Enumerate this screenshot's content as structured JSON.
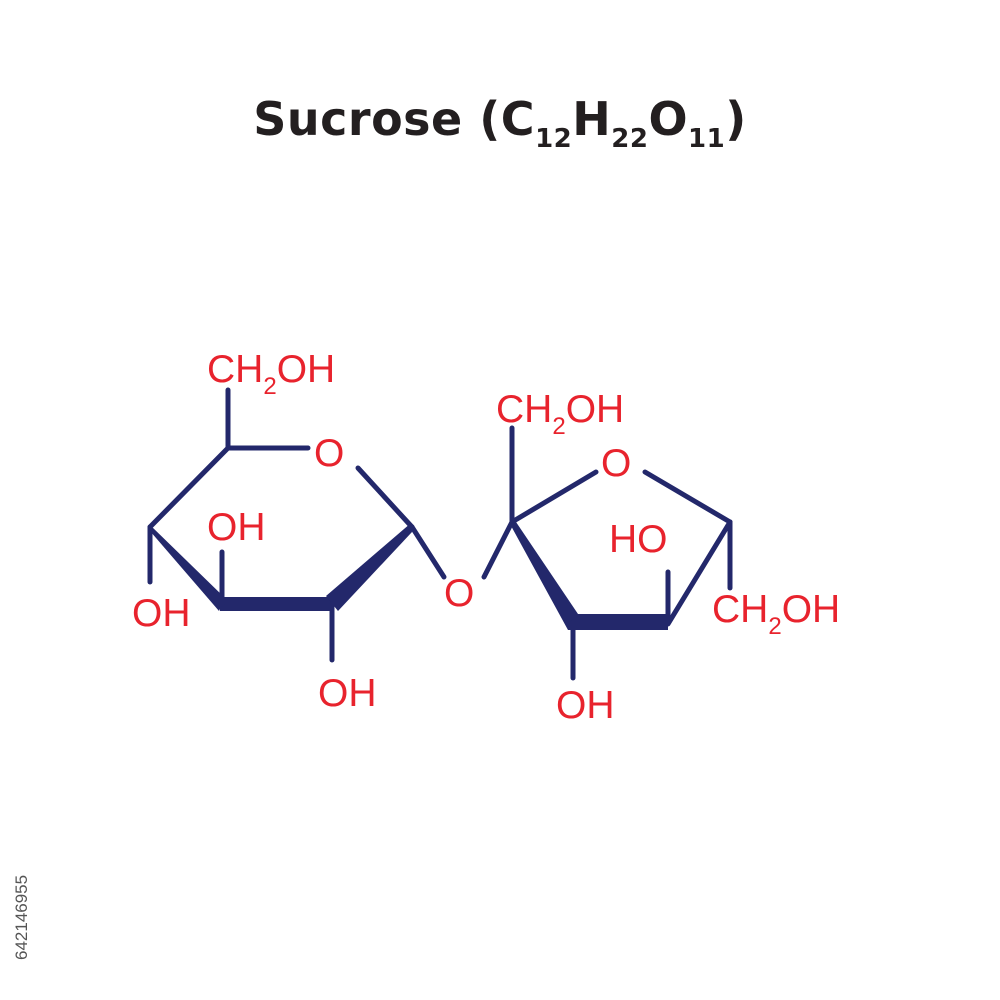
{
  "title": {
    "name": "Sucrose (",
    "c_sym": "C",
    "c_count": "12",
    "h_sym": "H",
    "h_count": "22",
    "o_sym": "O",
    "o_count": "11",
    "close": ")"
  },
  "labels": {
    "glucose_ch2oh_main": "CH",
    "glucose_ch2oh_sub": "2",
    "glucose_ch2oh_tail": "OH",
    "glucose_ring_o": "O",
    "glucose_oh_c3": "OH",
    "glucose_oh_c4": "OH",
    "glucose_oh_c2": "OH",
    "glycosidic_o": "O",
    "fructose_ch2oh_top_main": "CH",
    "fructose_ch2oh_top_sub": "2",
    "fructose_ch2oh_top_tail": "OH",
    "fructose_ring_o": "O",
    "fructose_ho_c4": "HO",
    "fructose_ch2oh_right_main": "CH",
    "fructose_ch2oh_right_sub": "2",
    "fructose_ch2oh_right_tail": "OH",
    "fructose_oh_c3": "OH"
  },
  "stock_id": "642146955",
  "colors": {
    "bond": "#23286b",
    "atom": "#e8232d",
    "title": "#231f20"
  }
}
